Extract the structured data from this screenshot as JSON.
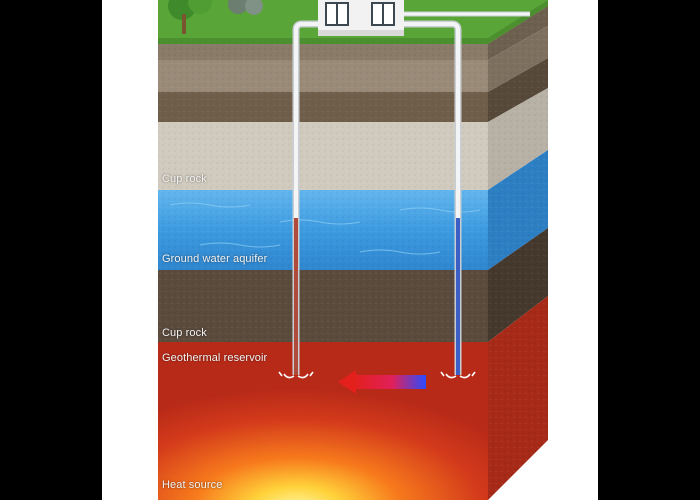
{
  "layers": [
    {
      "label": "Cup rock",
      "color": "#d1cbbf"
    },
    {
      "label": "Ground water aquifer",
      "color": "#3d9be0"
    },
    {
      "label": "Cup rock",
      "color": "#5b4b3d"
    },
    {
      "label": "Geothermal reservoir",
      "color": "#c72f1d"
    },
    {
      "label": "Heat source",
      "color": "#e84c1c"
    }
  ],
  "colors": {
    "soil_top": "#8a7b68",
    "soil_dark": "#6f5e4a",
    "grass": "#5aa537",
    "pipe": "#e9ecef",
    "hot_pipe": "#b04a3a",
    "cold_pipe": "#3c5fc6",
    "flow_hot": "#e3201b",
    "flow_cold": "#2b4bff"
  }
}
